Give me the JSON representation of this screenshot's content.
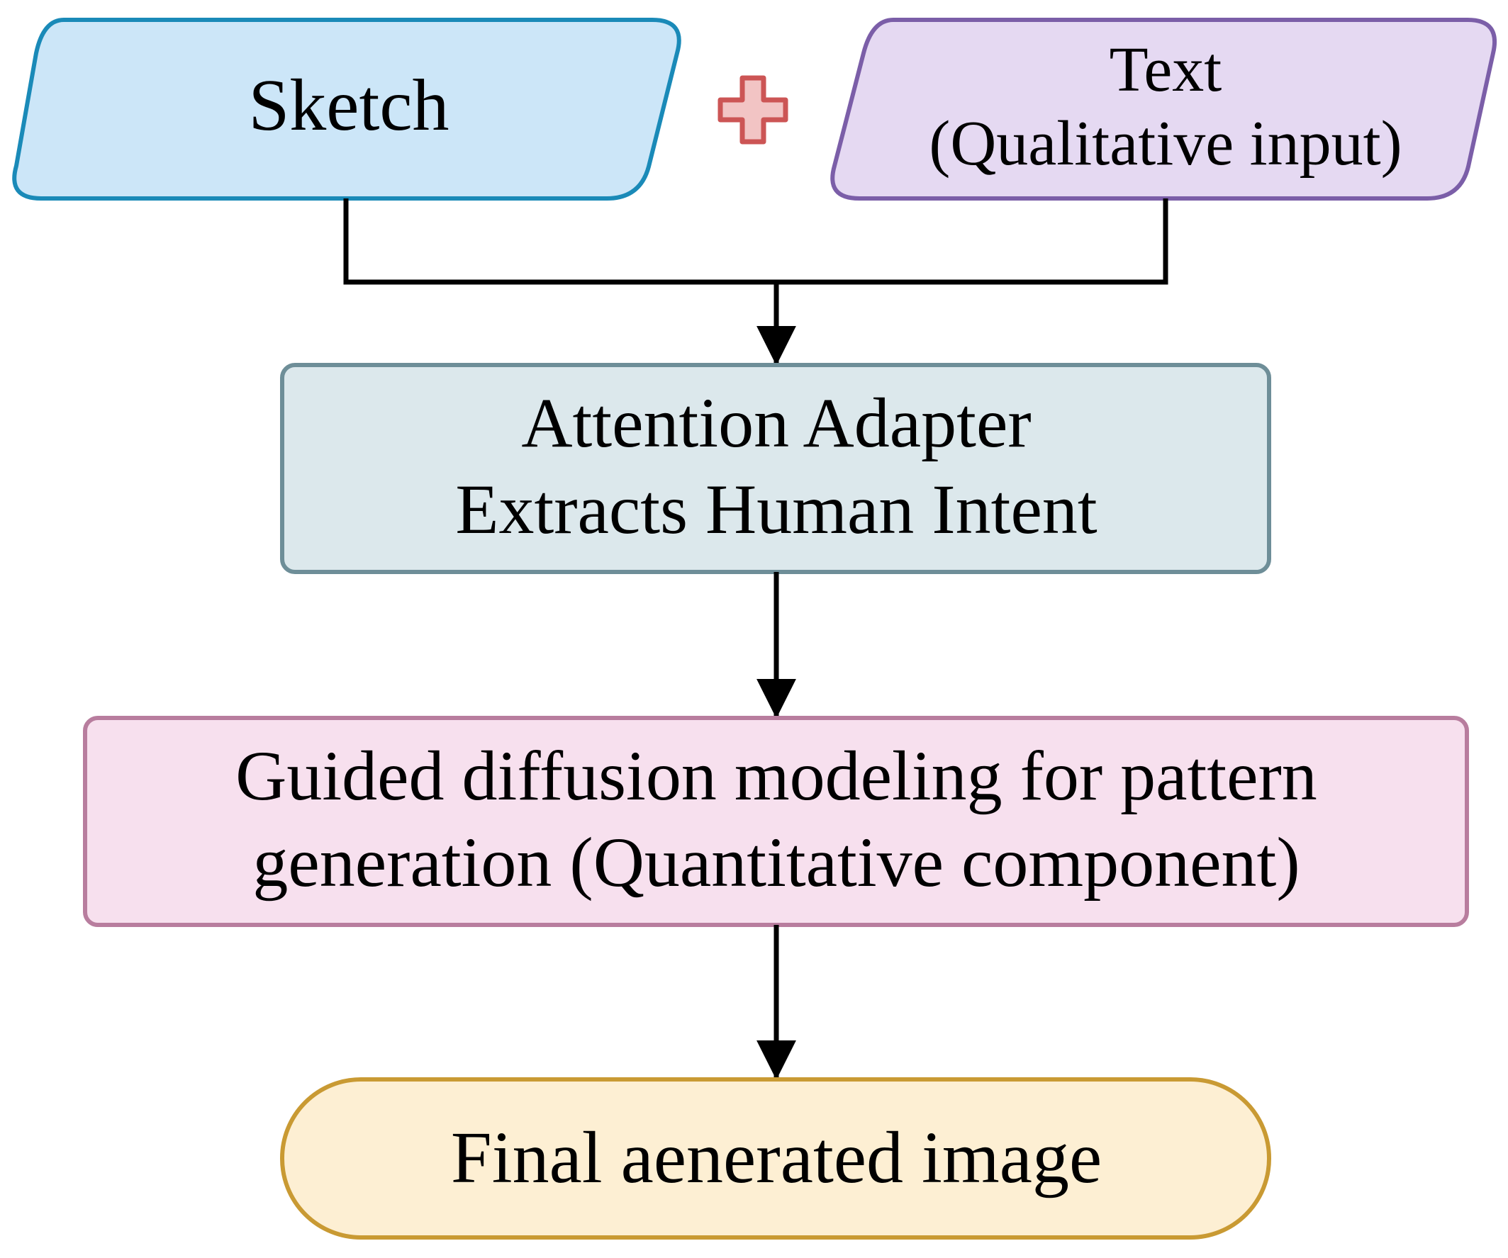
{
  "nodes": {
    "sketch": {
      "lines": [
        "Sketch"
      ],
      "fill": "#cce6f8",
      "stroke": "#1a8ab8"
    },
    "text_input": {
      "lines": [
        "Text",
        "(Qualitative input)"
      ],
      "fill": "#e5d9f2",
      "stroke": "#7b5ea8"
    },
    "attention": {
      "lines": [
        "Attention Adapter",
        "Extracts Human Intent"
      ],
      "fill": "#dce8ec",
      "stroke": "#6e8e98"
    },
    "diffusion": {
      "lines": [
        "Guided diffusion modeling for pattern",
        "generation (Quantitative component)"
      ],
      "fill": "#f7e0ee",
      "stroke": "#b87d9e"
    },
    "final": {
      "lines": [
        "Final aenerated image"
      ],
      "fill": "#fdefd3",
      "stroke": "#c99a33"
    }
  },
  "plus_sign": {
    "fill": "#f2c4c4",
    "stroke": "#cc5555"
  },
  "connector_color": "#000000"
}
